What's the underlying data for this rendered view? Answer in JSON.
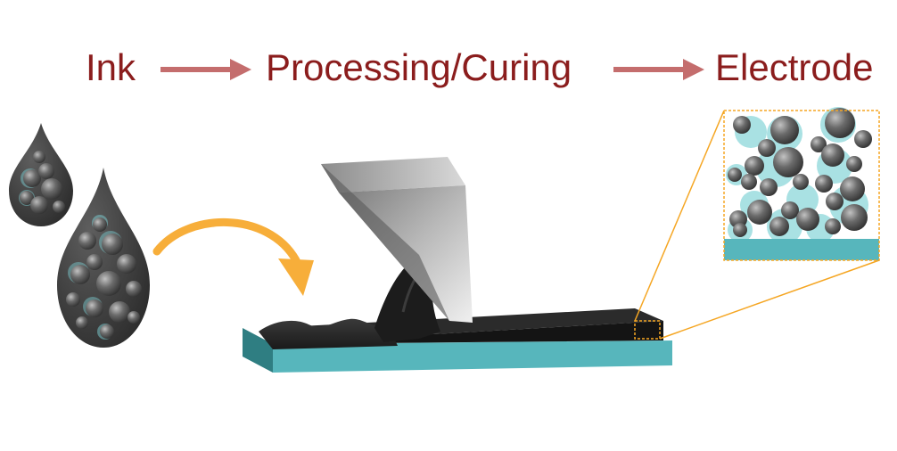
{
  "flow": {
    "steps": [
      {
        "label": "Ink"
      },
      {
        "label": "Processing/Curing"
      },
      {
        "label": "Electrode"
      }
    ]
  },
  "colors": {
    "label_text": "#8b1d1d",
    "flow_arrow": "#c46d6d",
    "curved_arrow": "#f7ae3a",
    "substrate_top": "#57b6bc",
    "substrate_side": "#2f7e82",
    "ink_dark": "#1f1f1f",
    "particle_highlight": "#bfbfbf",
    "binder_cyan": "#7ed0d4",
    "blade_light": "#e6e6e6",
    "blade_dark": "#6e6e6e",
    "zoom_line": "#f5a623"
  },
  "icons": {
    "droplet_small": "ink-droplet-icon",
    "droplet_large": "ink-droplet-icon",
    "blade": "doctor-blade-icon",
    "curved_arrow": "curved-arrow-icon"
  }
}
